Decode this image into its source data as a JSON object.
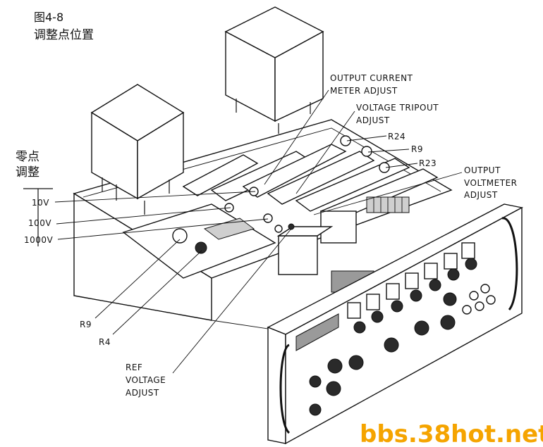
{
  "figure": {
    "number": "图4-8",
    "caption": "调整点位置"
  },
  "zero_label": {
    "line1": "零点",
    "line2": "调整"
  },
  "ranges": [
    "10V",
    "100V",
    "1000V"
  ],
  "callouts": {
    "output_current_1": "OUTPUT CURRENT",
    "output_current_2": "METER ADJUST",
    "voltage_tripout_1": "VOLTAGE TRIPOUT",
    "voltage_tripout_2": "ADJUST",
    "r24": "R24",
    "r9_top": "R9",
    "r23": "R23",
    "output_voltmeter_1": "OUTPUT",
    "output_voltmeter_2": "VOLTMETER",
    "output_voltmeter_3": "ADJUST",
    "r9_left": "R9",
    "r4": "R4",
    "ref_1": "REF",
    "ref_2": "VOLTAGE",
    "ref_3": "ADJUST"
  },
  "watermark": "bbs.38hot.net",
  "colors": {
    "ink": "#111111",
    "watermark": "#f5a400"
  }
}
